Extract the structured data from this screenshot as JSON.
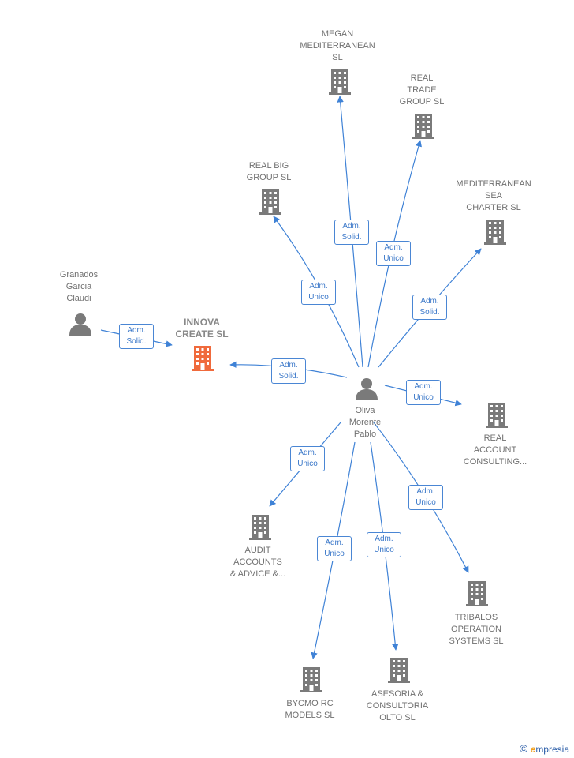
{
  "colors": {
    "edge": "#3f82d6",
    "node": "#7a7a7a",
    "focus": "#f06a3c"
  },
  "nodes": [
    {
      "id": "megan",
      "kind": "company",
      "label": "MEGAN\nMEDITERRANEAN\nSL"
    },
    {
      "id": "realtrade",
      "kind": "company",
      "label": "REAL\nTRADE\nGROUP  SL"
    },
    {
      "id": "realbig",
      "kind": "company",
      "label": "REAL BIG\nGROUP  SL"
    },
    {
      "id": "medsea",
      "kind": "company",
      "label": "MEDITERRANEAN\nSEA\nCHARTER  SL"
    },
    {
      "id": "granados",
      "kind": "person",
      "label": "Granados\nGarcia\nClaudi"
    },
    {
      "id": "innova",
      "kind": "company-focus",
      "label": "INNOVA\nCREATE  SL"
    },
    {
      "id": "oliva",
      "kind": "person",
      "label": "Oliva\nMorente\nPablo"
    },
    {
      "id": "realacc",
      "kind": "company",
      "label": "REAL\nACCOUNT\nCONSULTING..."
    },
    {
      "id": "audit",
      "kind": "company",
      "label": "AUDIT\nACCOUNTS\n& ADVICE &..."
    },
    {
      "id": "tribalos",
      "kind": "company",
      "label": "TRIBALOS\nOPERATION\nSYSTEMS SL"
    },
    {
      "id": "bycmo",
      "kind": "company",
      "label": "BYCMO RC\nMODELS SL"
    },
    {
      "id": "asesoria",
      "kind": "company",
      "label": "ASESORIA &\nCONSULTORIA\nOLTO  SL"
    }
  ],
  "edges": [
    {
      "from": "oliva",
      "to": "megan",
      "label": "Adm.\nSolid."
    },
    {
      "from": "oliva",
      "to": "realtrade",
      "label": "Adm.\nUnico"
    },
    {
      "from": "oliva",
      "to": "realbig",
      "label": "Adm.\nUnico"
    },
    {
      "from": "oliva",
      "to": "medsea",
      "label": "Adm.\nSolid."
    },
    {
      "from": "granados",
      "to": "innova",
      "label": "Adm.\nSolid."
    },
    {
      "from": "oliva",
      "to": "innova",
      "label": "Adm.\nSolid."
    },
    {
      "from": "oliva",
      "to": "realacc",
      "label": "Adm.\nUnico"
    },
    {
      "from": "oliva",
      "to": "audit",
      "label": "Adm.\nUnico"
    },
    {
      "from": "oliva",
      "to": "tribalos",
      "label": "Adm.\nUnico"
    },
    {
      "from": "oliva",
      "to": "bycmo",
      "label": "Adm.\nUnico"
    },
    {
      "from": "oliva",
      "to": "asesoria",
      "label": "Adm.\nUnico"
    }
  ],
  "watermark": {
    "copyright": "©",
    "brand_initial": "e",
    "brand_rest": "mpresia"
  }
}
